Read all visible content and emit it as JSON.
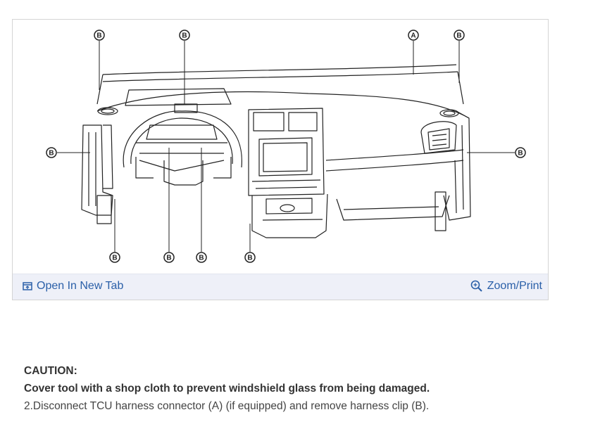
{
  "figure": {
    "callouts": {
      "a": "A",
      "b": "B"
    },
    "open_tab_label": "Open In New Tab",
    "zoom_label": "Zoom/Print",
    "icons": {
      "open_tab": "open-new-tab-icon",
      "zoom": "zoom-icon"
    }
  },
  "content": {
    "caution_title": "CAUTION:",
    "caution_text": "Cover tool with a shop cloth to prevent windshield glass from being damaged.",
    "step_text": "2.Disconnect TCU harness connector (A) (if equipped) and remove harness clip (B)."
  },
  "colors": {
    "link": "#2a5fa8",
    "bar": "#eef0f8"
  }
}
